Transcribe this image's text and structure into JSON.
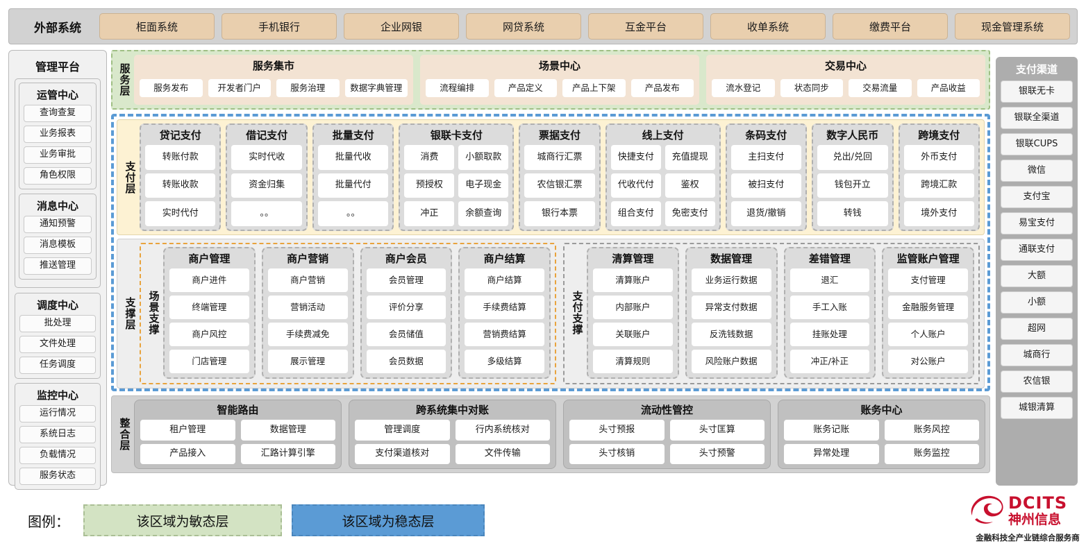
{
  "external": {
    "label": "外部系统",
    "items": [
      "柜面系统",
      "手机银行",
      "企业网银",
      "网贷系统",
      "互金平台",
      "收单系统",
      "缴费平台",
      "现金管理系统"
    ]
  },
  "mgmt_platform": {
    "title": "管理平台",
    "groups": [
      {
        "title": "运管中心",
        "items": [
          "查询查复",
          "业务报表",
          "业务审批",
          "角色权限"
        ]
      },
      {
        "title": "消息中心",
        "items": [
          "通知预警",
          "消息模板",
          "推送管理"
        ]
      },
      {
        "title": "调度中心",
        "items": [
          "批处理",
          "文件处理",
          "任务调度"
        ]
      },
      {
        "title": "监控中心",
        "items": [
          "运行情况",
          "系统日志",
          "负载情况",
          "服务状态"
        ]
      }
    ]
  },
  "pay_channel": {
    "title": "支付渠道",
    "items": [
      "银联无卡",
      "银联全渠道",
      "银联CUPS",
      "微信",
      "支付宝",
      "易宝支付",
      "通联支付",
      "大额",
      "小额",
      "超网",
      "城商行",
      "农信银",
      "城银清算"
    ]
  },
  "service_layer": {
    "label": "服务层",
    "groups": [
      {
        "title": "服务集市",
        "items": [
          "服务发布",
          "开发者门户",
          "服务治理",
          "数据字典管理"
        ]
      },
      {
        "title": "场景中心",
        "items": [
          "流程编排",
          "产品定义",
          "产品上下架",
          "产品发布"
        ]
      },
      {
        "title": "交易中心",
        "items": [
          "流水登记",
          "状态同步",
          "交易流量",
          "产品收益"
        ]
      }
    ]
  },
  "payment_layer": {
    "label": "支付层",
    "groups": [
      {
        "title": "贷记支付",
        "cols": 1,
        "rows": [
          [
            "转账付款"
          ],
          [
            "转账收款"
          ],
          [
            "实时代付"
          ]
        ]
      },
      {
        "title": "借记支付",
        "cols": 1,
        "rows": [
          [
            "实时代收"
          ],
          [
            "资金归集"
          ],
          [
            "。。"
          ]
        ]
      },
      {
        "title": "批量支付",
        "cols": 1,
        "rows": [
          [
            "批量代收"
          ],
          [
            "批量代付"
          ],
          [
            "。。"
          ]
        ]
      },
      {
        "title": "银联卡支付",
        "cols": 2,
        "rows": [
          [
            "消费",
            "小额取款"
          ],
          [
            "预授权",
            "电子现金"
          ],
          [
            "冲正",
            "余额查询"
          ]
        ]
      },
      {
        "title": "票据支付",
        "cols": 1,
        "rows": [
          [
            "城商行汇票"
          ],
          [
            "农信银汇票"
          ],
          [
            "银行本票"
          ]
        ]
      },
      {
        "title": "线上支付",
        "cols": 2,
        "rows": [
          [
            "快捷支付",
            "充值提现"
          ],
          [
            "代收代付",
            "鉴权"
          ],
          [
            "组合支付",
            "免密支付"
          ]
        ]
      },
      {
        "title": "条码支付",
        "cols": 1,
        "rows": [
          [
            "主扫支付"
          ],
          [
            "被扫支付"
          ],
          [
            "退货/撤销"
          ]
        ]
      },
      {
        "title": "数字人民币",
        "cols": 1,
        "rows": [
          [
            "兑出/兑回"
          ],
          [
            "钱包开立"
          ],
          [
            "转钱"
          ]
        ]
      },
      {
        "title": "跨境支付",
        "cols": 1,
        "rows": [
          [
            "外币支付"
          ],
          [
            "跨境汇款"
          ],
          [
            "境外支付"
          ]
        ]
      }
    ]
  },
  "support_layer": {
    "label": "支撑层",
    "zones": [
      {
        "label": "场景支撑",
        "groups": [
          {
            "title": "商户管理",
            "items": [
              "商户进件",
              "终端管理",
              "商户风控",
              "门店管理"
            ]
          },
          {
            "title": "商户营销",
            "items": [
              "商户营销",
              "营销活动",
              "手续费减免",
              "展示管理"
            ]
          },
          {
            "title": "商户会员",
            "items": [
              "会员管理",
              "评价分享",
              "会员储值",
              "会员数据"
            ]
          },
          {
            "title": "商户结算",
            "items": [
              "商户结算",
              "手续费结算",
              "营销费结算",
              "多级结算"
            ]
          }
        ]
      },
      {
        "label": "支付支撑",
        "groups": [
          {
            "title": "清算管理",
            "items": [
              "清算账户",
              "内部账户",
              "关联账户",
              "清算规则"
            ]
          },
          {
            "title": "数据管理",
            "items": [
              "业务运行数据",
              "异常支付数据",
              "反洗钱数据",
              "风险账户数据"
            ]
          },
          {
            "title": "差错管理",
            "items": [
              "退汇",
              "手工入账",
              "挂账处理",
              "冲正/补正"
            ]
          },
          {
            "title": "监管账户管理",
            "items": [
              "支付管理",
              "金融服务管理",
              "个人账户",
              "对公账户"
            ]
          }
        ]
      }
    ]
  },
  "integration_layer": {
    "label": "整合层",
    "groups": [
      {
        "title": "智能路由",
        "rows": [
          [
            "租户管理",
            "数据管理"
          ],
          [
            "产品接入",
            "汇路计算引擎"
          ]
        ]
      },
      {
        "title": "跨系统集中对账",
        "rows": [
          [
            "管理调度",
            "行内系统核对"
          ],
          [
            "支付渠道核对",
            "文件传输"
          ]
        ]
      },
      {
        "title": "流动性管控",
        "rows": [
          [
            "头寸预报",
            "头寸匡算"
          ],
          [
            "头寸核销",
            "头寸预警"
          ]
        ]
      },
      {
        "title": "账务中心",
        "rows": [
          [
            "账务记账",
            "账务风控"
          ],
          [
            "异常处理",
            "账务监控"
          ]
        ]
      }
    ]
  },
  "legend": {
    "label": "图例：",
    "agile": "该区域为敏态层",
    "stable": "该区域为稳态层",
    "agile_color": "#d3e3c3",
    "stable_color": "#5b9bd5"
  },
  "logo": {
    "en": "DCITS",
    "cn": "神州信息",
    "tagline": "金融科技全产业链综合服务商",
    "color": "#c8102e"
  }
}
